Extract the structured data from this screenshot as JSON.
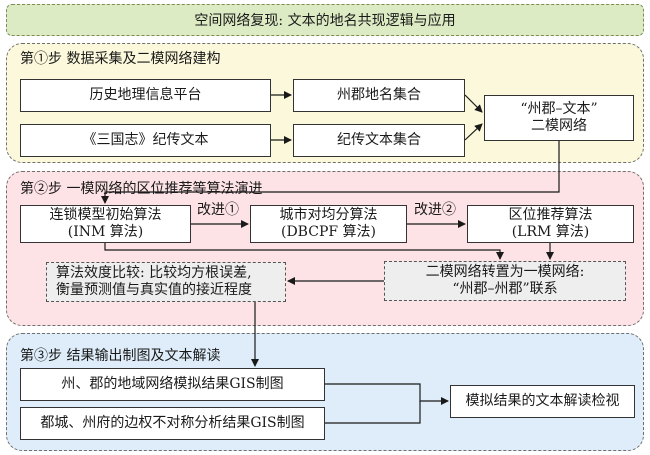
{
  "title": "空间网络复现: 文本的地名共现逻辑与应用",
  "step1": {
    "title": "第①步 数据采集及二模网络建构",
    "platform": "历史地理信息平台",
    "text": "《三国志》纪传文本",
    "place_set": "州郡地名集合",
    "bio_set": "纪传文本集合",
    "network_line1": "“州郡–文本”",
    "network_line2": "二模网络"
  },
  "step2": {
    "title": "第②步 一模网络的区位推荐等算法演进",
    "inm_line1": "连锁模型初始算法",
    "inm_line2": "(INM 算法)",
    "improve1": "改进①",
    "dbcpf_line1": "城市对均分算法",
    "dbcpf_line2": "(DBCPF 算法)",
    "improve2": "改进②",
    "lrm_line1": "区位推荐算法",
    "lrm_line2": "(LRM 算法)",
    "compare_line1": "算法效度比较: 比较均方根误差,",
    "compare_line2": "衡量预测值与真实值的接近程度",
    "convert_line1": "二模网络转置为一模网络:",
    "convert_line2": "“州郡–州郡”联系"
  },
  "step3": {
    "title": "第③步 结果输出制图及文本解读",
    "gis1": "州、郡的地域网络模拟结果GIS制图",
    "gis2": "都城、州府的边权不对称分析结果GIS制图",
    "interpret": "模拟结果的文本解读检视"
  }
}
